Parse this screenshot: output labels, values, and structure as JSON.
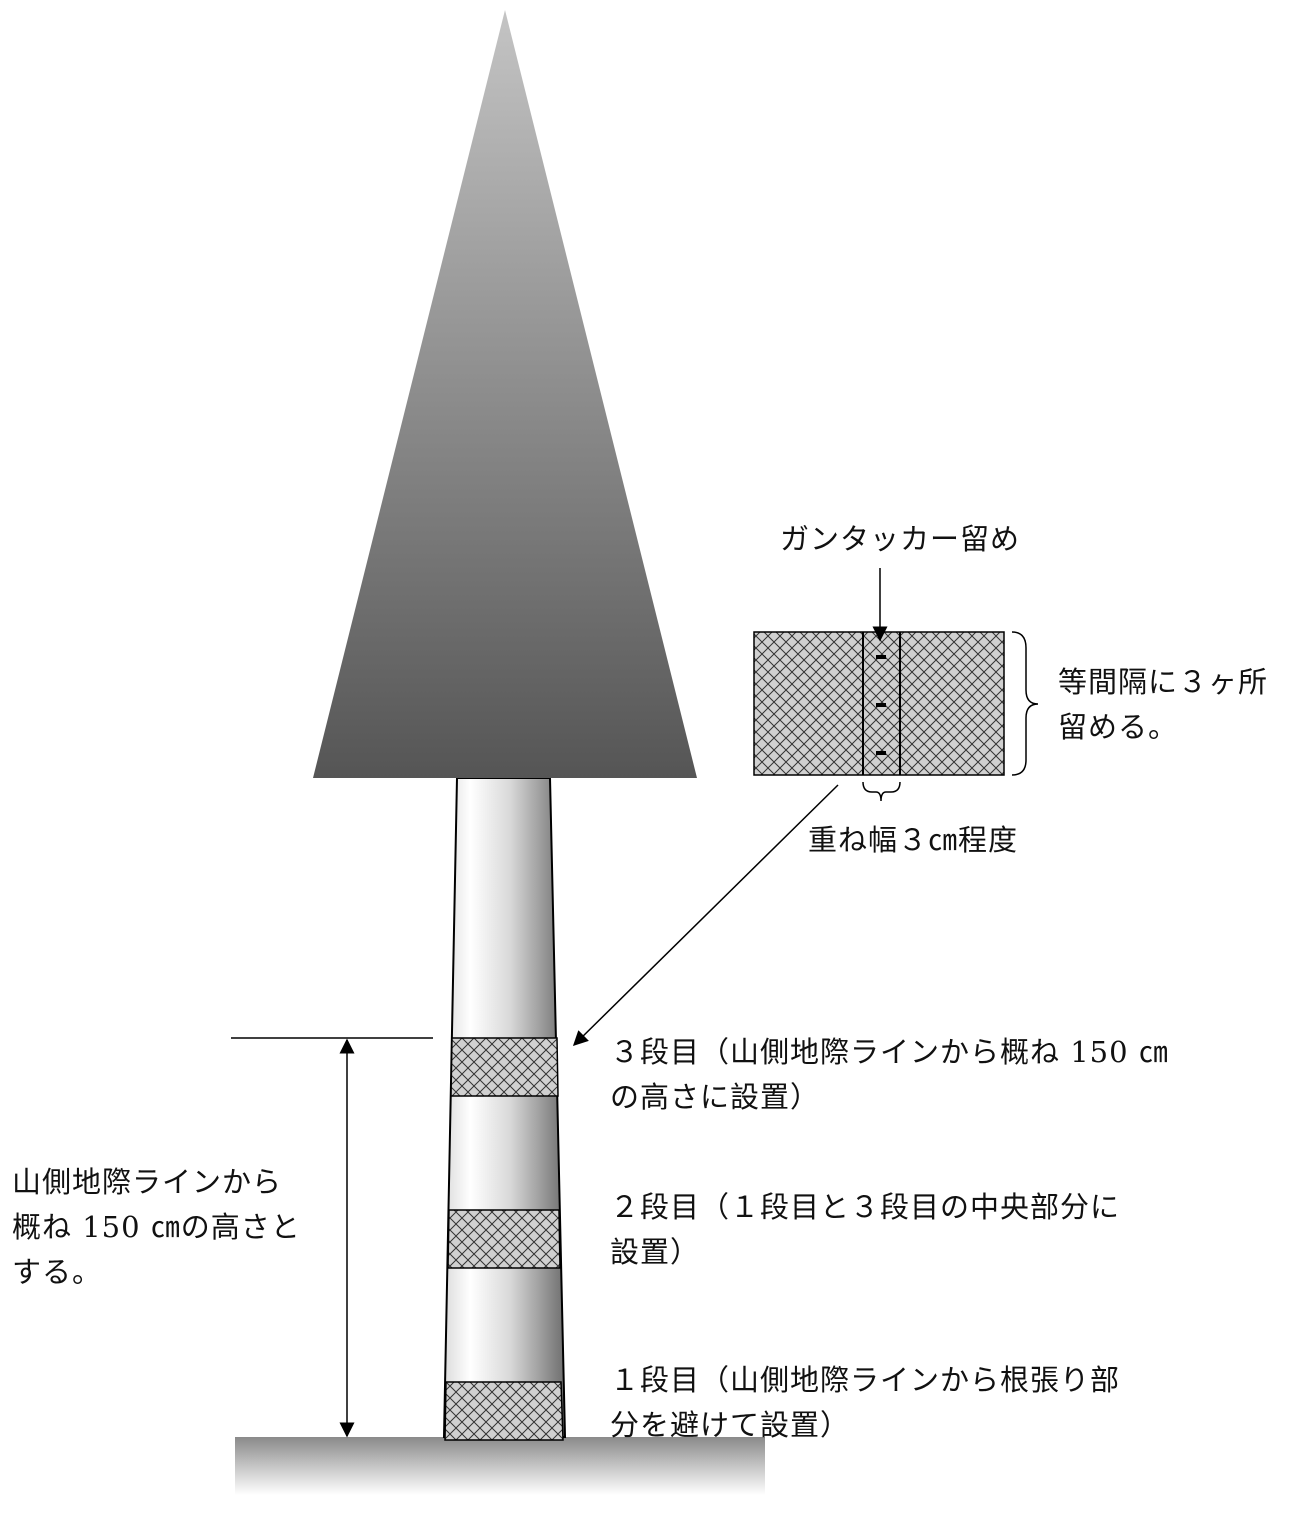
{
  "labels": {
    "tacker": "ガンタッカー留め",
    "staple_note": [
      "等間隔に３ヶ所",
      "留める。"
    ],
    "overlap": "重ね幅３㎝程度",
    "tier3": [
      "３段目（山側地際ラインから概ね 150 ㎝",
      "の高さに設置）"
    ],
    "tier2": [
      "２段目（１段目と３段目の中央部分に",
      "設置）"
    ],
    "tier1": [
      "１段目（山側地際ラインから根張り部",
      "分を避けて設置）"
    ],
    "height_note": [
      "山側地際ラインから",
      "概ね 150 ㎝の高さと",
      "する。"
    ]
  },
  "colors": {
    "canopy_top": "#c4c4c4",
    "canopy_bottom": "#555555",
    "trunk_light": "#ffffff",
    "trunk_dark": "#6e6e6e",
    "net_fill": "#d0d0d0",
    "net_line": "#333333",
    "ground_top": "#8a8a8a",
    "ground_bottom": "#ffffff",
    "ink": "#000000"
  }
}
